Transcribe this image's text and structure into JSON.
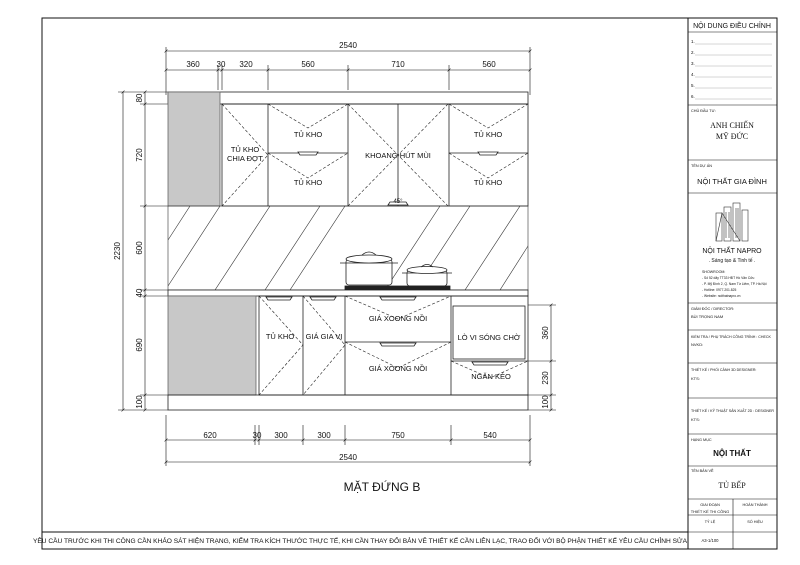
{
  "drawing": {
    "title": "MẶT ĐỨNG B",
    "footer_note": "YÊU CẦU TRƯỚC KHI THI CÔNG CẦN KHẢO SÁT HIỆN TRẠNG, KIỂM TRA KÍCH THƯỚC THỰC TẾ, KHI CẦN THAY ĐỔI BẢN VẼ THIẾT KẾ CẦN LIÊN LẠC, TRAO ĐỔI VỚI BỘ PHẬN THIẾT KẾ YÊU CẦU CHỈNH SỬA",
    "dims_top": {
      "total": "2540",
      "segments": [
        "360",
        "30",
        "320",
        "560",
        "710",
        "560"
      ]
    },
    "dims_bottom": {
      "total": "2540",
      "segments": [
        "620",
        "30",
        "300",
        "300",
        "750",
        "540"
      ]
    },
    "dims_left": {
      "total": "2230",
      "segments": [
        "80",
        "720",
        "600",
        "40",
        "690",
        "100"
      ]
    },
    "dims_right": [
      "360",
      "230",
      "100"
    ],
    "upper_labels": {
      "shelf_l1": "TỦ KHO",
      "shelf_l2": "CHIA ĐỢT",
      "kho_a_top": "TỦ KHO",
      "kho_a_bot": "TỦ KHO",
      "hood": "KHOANG HÚT MÙI",
      "kho_b_top": "TỦ KHO",
      "kho_b_bot": "TỦ KHO",
      "hood_mark": "45°"
    },
    "lower_labels": {
      "kho": "TỦ KHO",
      "spice": "GIÁ GIA VỊ",
      "pot1": "GIÁ XOONG NỒI",
      "pot2": "GIÁ XOONG NỒI",
      "oven": "LÒ VI SÓNG CHỜ",
      "drawer": "NGĂN KÉO"
    }
  },
  "title_block": {
    "revision_header": "NỘI DUNG ĐIỀU CHỈNH",
    "revision_rows": [
      "1.",
      "2.",
      "3.",
      "4.",
      "5.",
      "6."
    ],
    "owner_label": "CHỦ ĐẦU TƯ:",
    "owner_name_1": "ANH CHIẾN",
    "owner_name_2": "MỸ ĐỨC",
    "project_label": "TÊN DỰ ÁN",
    "project_name": "NỘI THẤT GIA ĐÌNH",
    "company_name": "NỘI THẤT NAPRO",
    "company_slogan": ". Sáng tạo & Tinh tế .",
    "showroom_label": "SHOWROOM:",
    "showroom_lines": [
      "- Số 52 dãy TT33 HĐT Hồ Văn Cửu",
      "- P. Mỹ Đình 2, Q. Nam Từ Liêm, TP. Hà Nội",
      "- Hotline: 0977.201.825",
      "- Website: noithatnapro.vn"
    ],
    "director_label": "GIÁM ĐỐC / DIRECTOR:",
    "director_name": "BÙI TRỌNG NAM",
    "checker_label": "KIỂM TRA / PHỤ TRÁCH CÔNG TRÌNH : CHECK",
    "checker_name": "NVKD:",
    "designer_label": "THIẾT KẾ / PHỐI CẢNH 3D DESIGNER:",
    "designer_name": "KTS:",
    "tech_label": "THIẾT KẾ / KỸ THUẬT SẢN XUẤT 2D : DESIGNER",
    "tech_name": "KTS:",
    "category_label": "HẠNG MỤC",
    "category_name": "NỘI THẤT",
    "sheet_label": "TÊN BẢN VẼ",
    "sheet_name": "TỦ BẾP",
    "stage_label": "GIAI ĐOẠN",
    "stage_value": "THIẾT KẾ THI CÔNG",
    "done_label": "HOÀN THÀNH",
    "scale_label": "TỶ LỆ",
    "scale_value": "A3-1/100",
    "number_label": "SỐ HIỆU"
  }
}
